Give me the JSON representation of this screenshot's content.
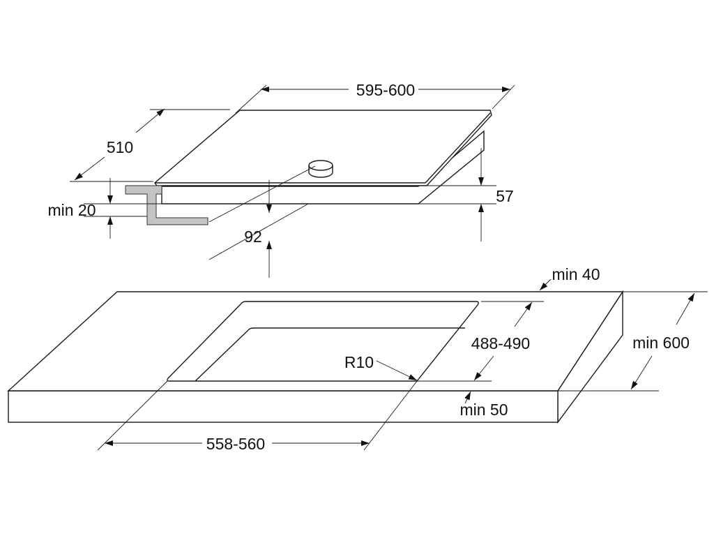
{
  "hob": {
    "width": "595-600",
    "depth": "510",
    "min_clearance": "min 20",
    "height": "57",
    "cutout_depth": "92"
  },
  "worktop": {
    "rear_distance": "min 40",
    "cutout_depth": "488-490",
    "worktop_depth": "min 600",
    "corner_radius": "R10",
    "front_distance": "min 50",
    "cutout_width": "558-560"
  },
  "colors": {
    "bracket": "#c4c4c4",
    "line": "#1a1a1a"
  }
}
